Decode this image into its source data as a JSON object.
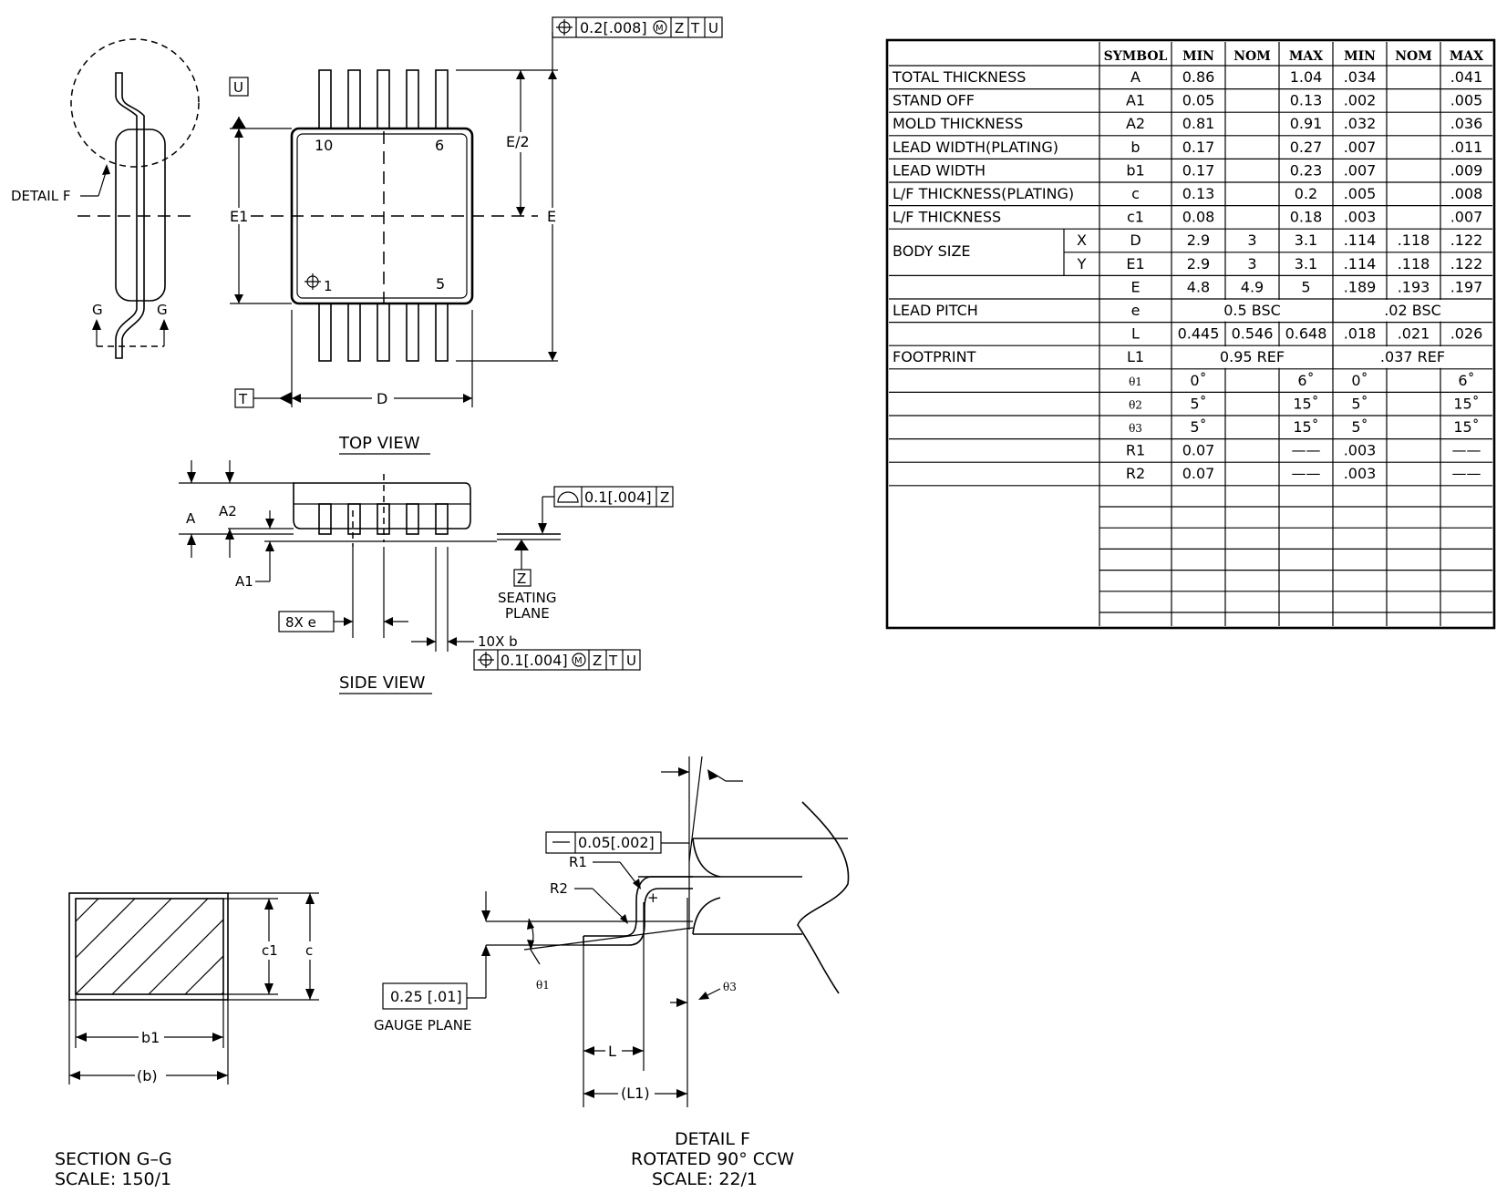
{
  "top_view": {
    "title": "TOP VIEW",
    "pin_numbers": {
      "p10": "10",
      "p6": "6",
      "p1": "1",
      "p5": "5"
    },
    "dims": {
      "E_half": "E/2",
      "E1": "E1",
      "E": "E",
      "D": "D"
    },
    "datums": {
      "U": "U",
      "T": "T"
    },
    "detail_label": "DETAIL F",
    "section_mark_left": "G",
    "section_mark_right": "G",
    "fcf": {
      "value": "0.2",
      "value_in": "[.008]",
      "modifier": "M",
      "refs": [
        "Z",
        "T",
        "U"
      ]
    }
  },
  "side_view": {
    "title": "SIDE VIEW",
    "dims": {
      "A": "A",
      "A2": "A2",
      "A1": "A1",
      "pitch": "8X e",
      "lead_count": "10X b"
    },
    "datum_Z": "Z",
    "seating_plane": [
      "SEATING",
      "PLANE"
    ],
    "profile_fcf": {
      "value": "0.1",
      "value_in": "[.004]",
      "ref": "Z"
    },
    "position_fcf": {
      "value": "0.1",
      "value_in": "[.004]",
      "modifier": "M",
      "refs": [
        "Z",
        "T",
        "U"
      ]
    }
  },
  "section_gg": {
    "dims": {
      "c1": "c1",
      "c": "c",
      "b1": "b1",
      "b": "(b)"
    },
    "caption": [
      "SECTION G–G",
      "SCALE: 150/1"
    ]
  },
  "detail_f": {
    "labels": {
      "R1": "R1",
      "R2": "R2",
      "theta1": "θ1",
      "theta3": "θ3",
      "L": "L",
      "L1": "(L1)",
      "gauge_plane": "GAUGE PLANE",
      "gauge_value": "0.25 [.01]"
    },
    "flatness_fcf": "0.05[.002]",
    "caption": [
      "DETAIL F",
      "ROTATED 90° CCW",
      "SCALE: 22/1"
    ]
  },
  "table": {
    "headers": [
      "SYMBOL",
      "MIN",
      "NOM",
      "MAX",
      "MIN",
      "NOM",
      "MAX"
    ],
    "rows": [
      {
        "label": "TOTAL  THICKNESS",
        "sub": "",
        "sym": "A",
        "mm": [
          "0.86",
          "",
          "1.04"
        ],
        "inch": [
          ".034",
          "",
          ".041"
        ]
      },
      {
        "label": "STAND  OFF",
        "sub": "",
        "sym": "A1",
        "mm": [
          "0.05",
          "",
          "0.13"
        ],
        "inch": [
          ".002",
          "",
          ".005"
        ]
      },
      {
        "label": "MOLD  THICKNESS",
        "sub": "",
        "sym": "A2",
        "mm": [
          "0.81",
          "",
          "0.91"
        ],
        "inch": [
          ".032",
          "",
          ".036"
        ]
      },
      {
        "label": "LEAD  WIDTH(PLATING)",
        "sub": "",
        "sym": "b",
        "mm": [
          "0.17",
          "",
          "0.27"
        ],
        "inch": [
          ".007",
          "",
          ".011"
        ]
      },
      {
        "label": "LEAD  WIDTH",
        "sub": "",
        "sym": "b1",
        "mm": [
          "0.17",
          "",
          "0.23"
        ],
        "inch": [
          ".007",
          "",
          ".009"
        ]
      },
      {
        "label": "L/F  THICKNESS(PLATING)",
        "sub": "",
        "sym": "c",
        "mm": [
          "0.13",
          "",
          "0.2"
        ],
        "inch": [
          ".005",
          "",
          ".008"
        ]
      },
      {
        "label": "L/F  THICKNESS",
        "sub": "",
        "sym": "c1",
        "mm": [
          "0.08",
          "",
          "0.18"
        ],
        "inch": [
          ".003",
          "",
          ".007"
        ]
      },
      {
        "label": "BODY  SIZE",
        "sub": "X",
        "sym": "D",
        "mm": [
          "2.9",
          "3",
          "3.1"
        ],
        "inch": [
          ".114",
          ".118",
          ".122"
        ]
      },
      {
        "label": "",
        "sub": "Y",
        "sym": "E1",
        "mm": [
          "2.9",
          "3",
          "3.1"
        ],
        "inch": [
          ".114",
          ".118",
          ".122"
        ]
      },
      {
        "label": "",
        "sub": "",
        "sym": "E",
        "mm": [
          "4.8",
          "4.9",
          "5"
        ],
        "inch": [
          ".189",
          ".193",
          ".197"
        ]
      },
      {
        "label": "LEAD  PITCH",
        "sub": "",
        "sym": "e",
        "mm_span": "0.5  BSC",
        "inch_span": ".02  BSC"
      },
      {
        "label": "",
        "sub": "",
        "sym": "L",
        "mm": [
          "0.445",
          "0.546",
          "0.648"
        ],
        "inch": [
          ".018",
          ".021",
          ".026"
        ]
      },
      {
        "label": "FOOTPRINT",
        "sub": "",
        "sym": "L1",
        "mm_span": "0.95  REF",
        "inch_span": ".037  REF"
      },
      {
        "label": "",
        "sub": "",
        "sym": "θ1",
        "mm": [
          "0˚",
          "",
          "6˚"
        ],
        "inch": [
          "0˚",
          "",
          "6˚"
        ]
      },
      {
        "label": "",
        "sub": "",
        "sym": "θ2",
        "mm": [
          "5˚",
          "",
          "15˚"
        ],
        "inch": [
          "5˚",
          "",
          "15˚"
        ]
      },
      {
        "label": "",
        "sub": "",
        "sym": "θ3",
        "mm": [
          "5˚",
          "",
          "15˚"
        ],
        "inch": [
          "5˚",
          "",
          "15˚"
        ]
      },
      {
        "label": "",
        "sub": "",
        "sym": "R1",
        "mm": [
          "0.07",
          "",
          "——"
        ],
        "inch": [
          ".003",
          "",
          "——"
        ]
      },
      {
        "label": "",
        "sub": "",
        "sym": "R2",
        "mm": [
          "0.07",
          "",
          "——"
        ],
        "inch": [
          ".003",
          "",
          "——"
        ]
      }
    ]
  }
}
